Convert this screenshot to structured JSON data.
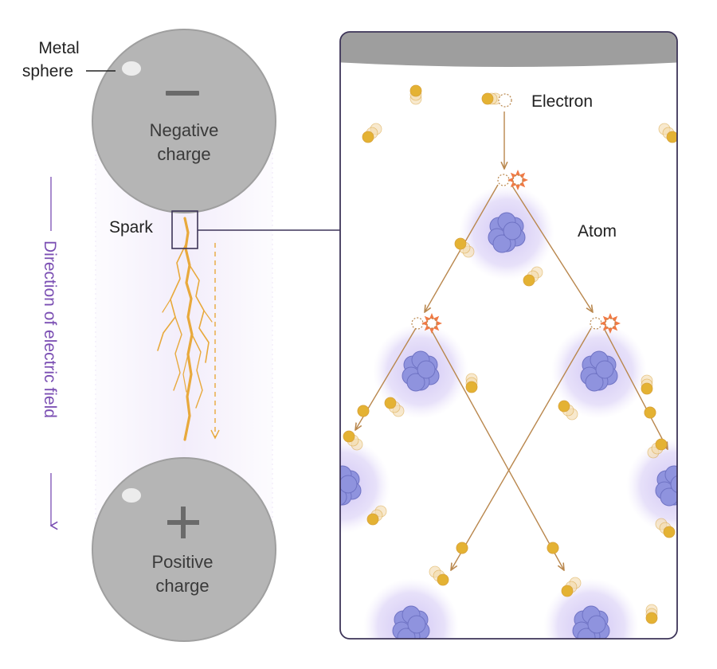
{
  "labels": {
    "metal_sphere_line1": "Metal",
    "metal_sphere_line2": "sphere",
    "negative_line1": "Negative",
    "negative_line2": "charge",
    "positive_line1": "Positive",
    "positive_line2": "charge",
    "spark": "Spark",
    "electron": "Electron",
    "atom": "Atom",
    "field_direction": "Direction of electric field"
  },
  "symbols": {
    "minus": "minus-sign",
    "plus": "plus-sign"
  },
  "colors": {
    "sphere": "#b5b5b5",
    "sphere_rim": "#a3a3a3",
    "panel_border": "#3d3458",
    "field_purple": "#7b4fb3",
    "spark": "#e8a93c",
    "electron": "#e4b233",
    "arrow": "#b9874d",
    "atom_glow": "#d9d0f5",
    "nucleus": "#8f93de",
    "burst": "#f07a45"
  }
}
